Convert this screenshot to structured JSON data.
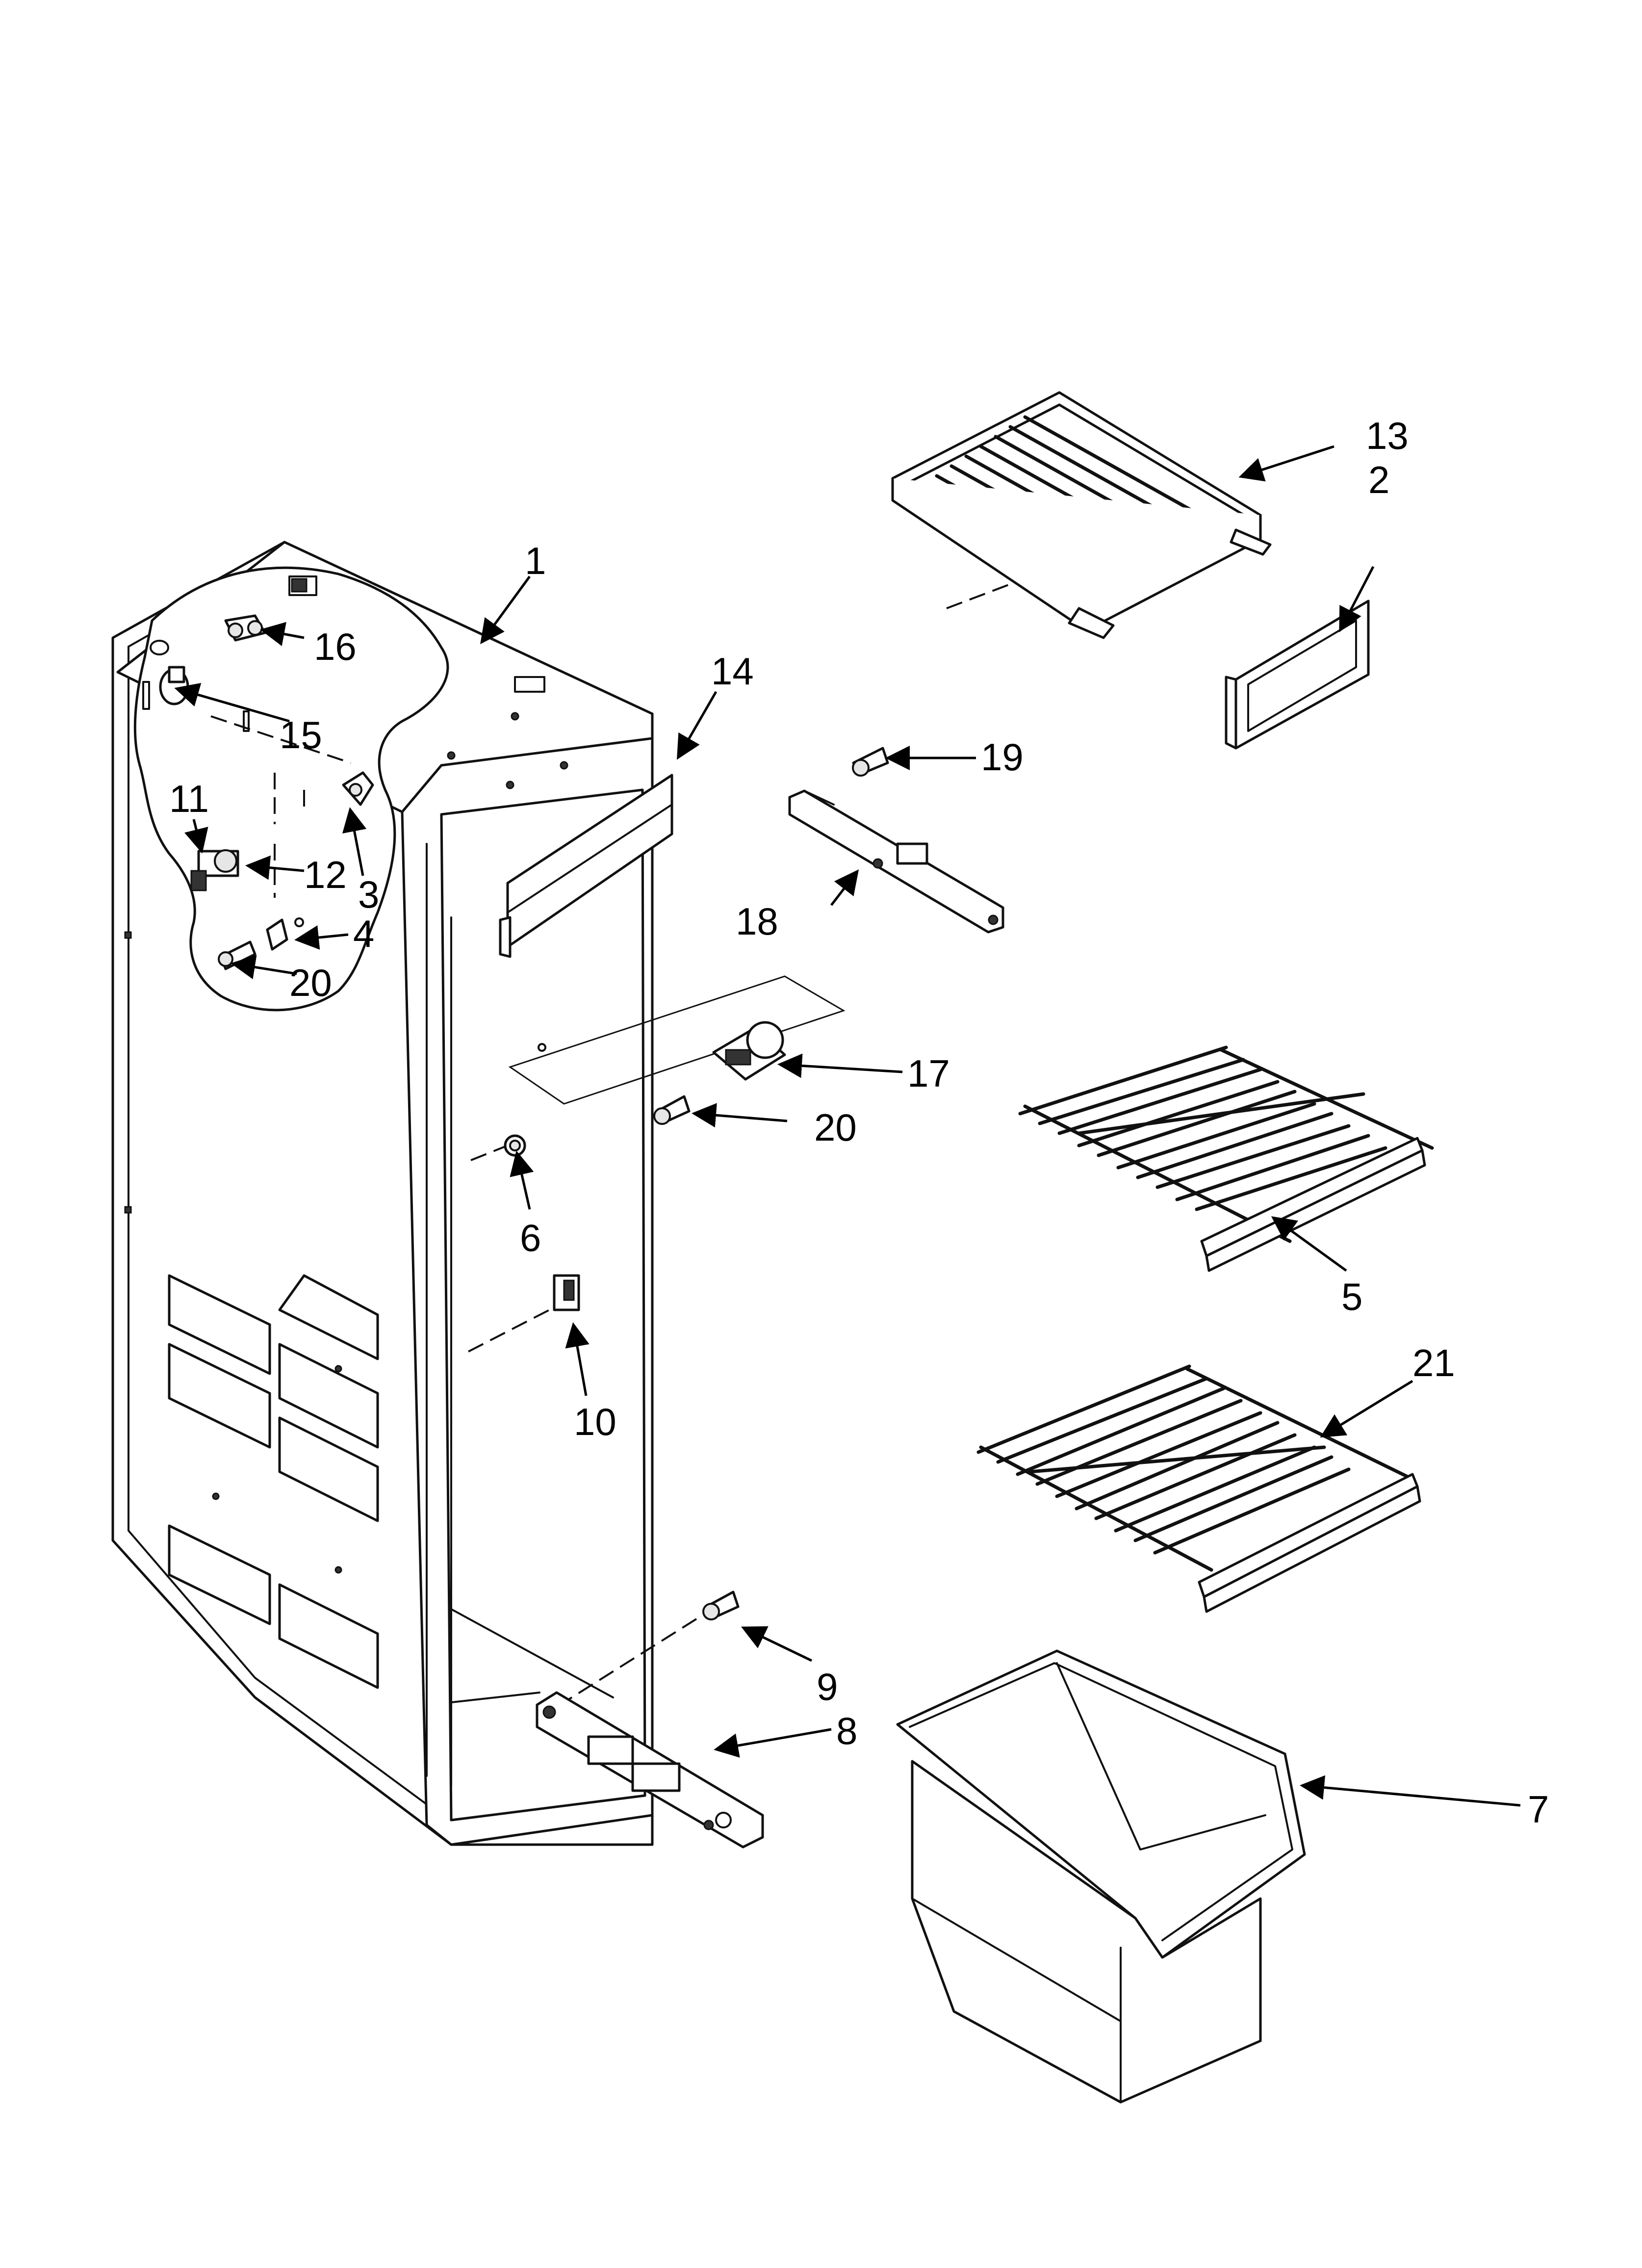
{
  "diagram": {
    "callouts": [
      "1",
      "2",
      "3",
      "4",
      "5",
      "6",
      "7",
      "8",
      "9",
      "10",
      "11",
      "12",
      "13",
      "14",
      "15",
      "16",
      "17",
      "18",
      "19",
      "20",
      "20",
      "21"
    ]
  }
}
